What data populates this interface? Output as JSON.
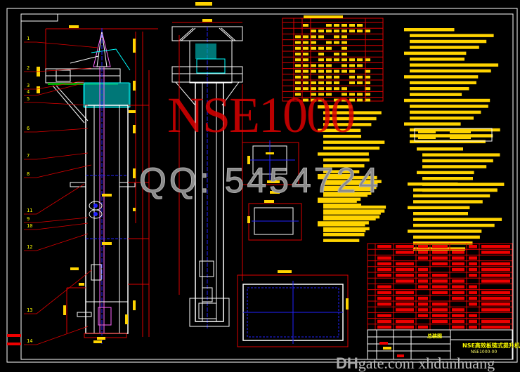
{
  "drawing": {
    "title": "NSE高效板链式提升机",
    "drawing_number": "NSE1000-00",
    "view_name": "总装图",
    "callouts": [
      "1",
      "2",
      "3",
      "4",
      "5",
      "6",
      "7",
      "8",
      "11",
      "9",
      "10",
      "12",
      "13",
      "14"
    ]
  },
  "watermarks": {
    "model": "NSE1000",
    "qq": "QQ: 5454724",
    "site_brand": "DH",
    "site_rest": "gate.com xhdunhuang"
  },
  "colors": {
    "background": "#000000",
    "frame": "#ffffff",
    "dimension": "#ff0000",
    "text": "#ffff00",
    "centerline": "#0000ff",
    "accent": "#00ffff"
  }
}
